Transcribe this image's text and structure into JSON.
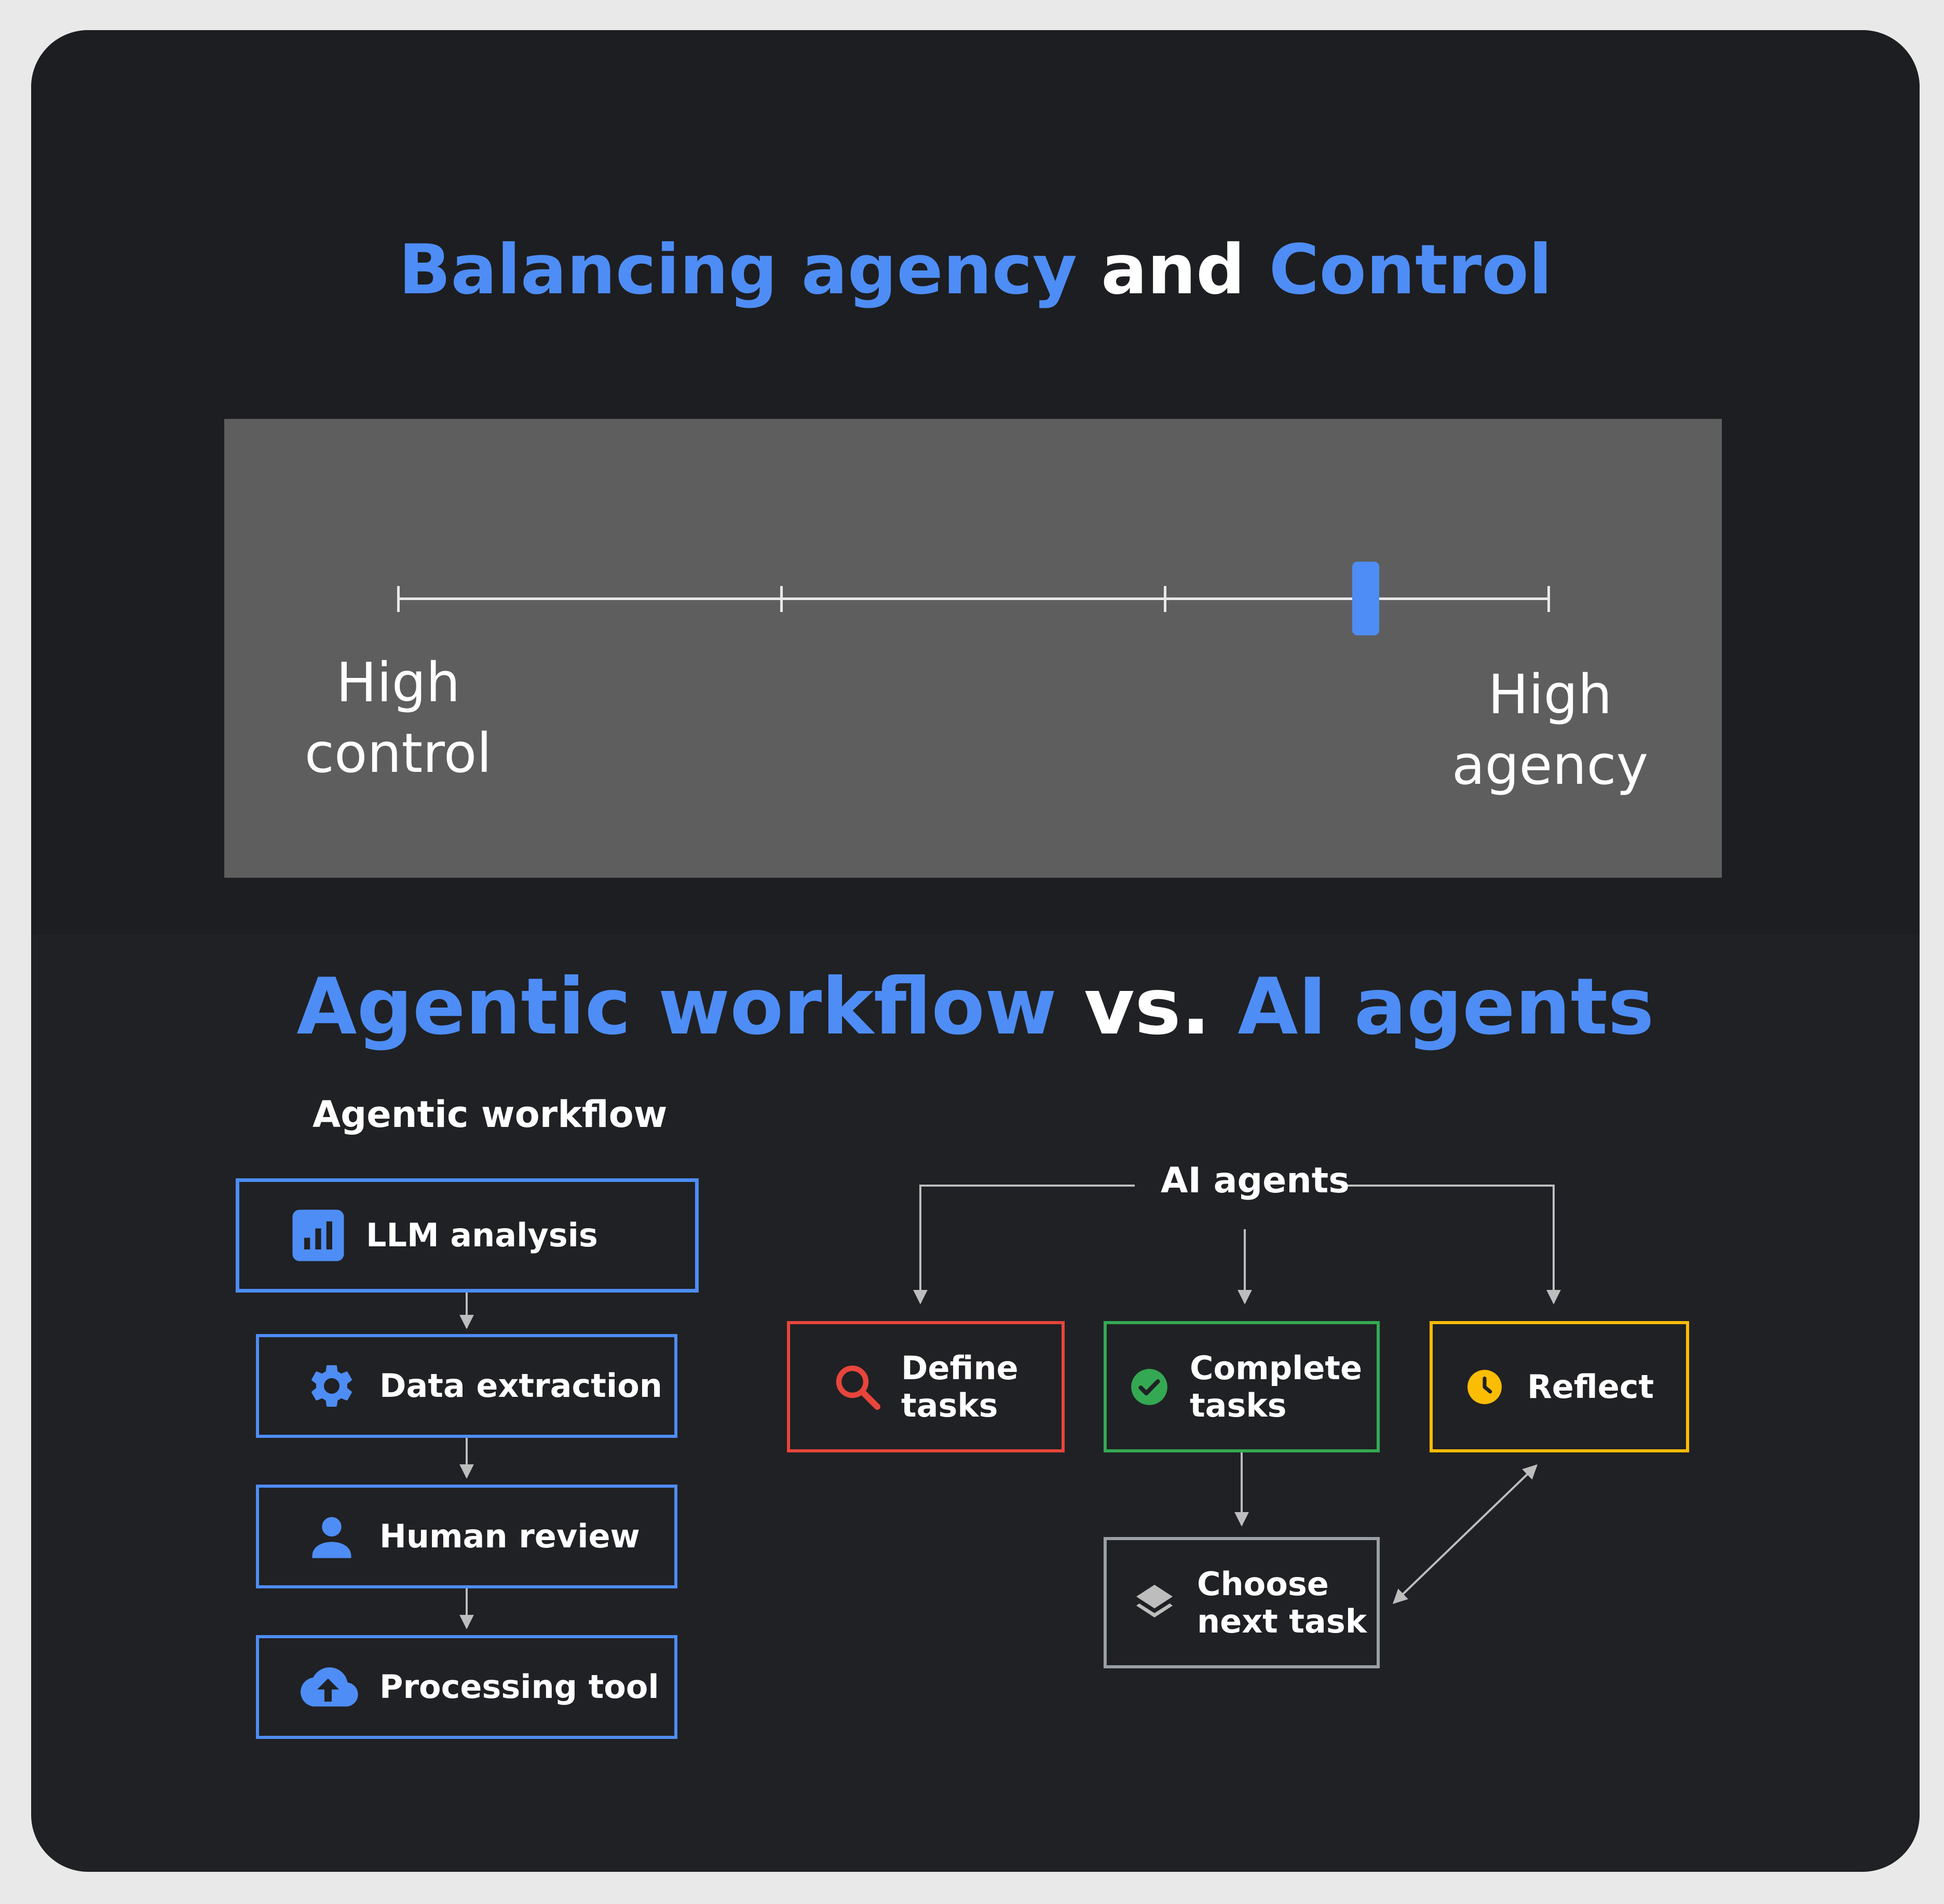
{
  "top": {
    "title": {
      "part1": "Balancing agency",
      "part2": "and",
      "part3": "Control"
    },
    "slider": {
      "left_label": "High\ncontrol",
      "right_label": "High\nagency",
      "value": 0.84,
      "ticks": 4
    }
  },
  "bottom": {
    "title": {
      "part1": "Agentic workflow",
      "part2": "vs.",
      "part3": "AI agents"
    },
    "workflow": {
      "label": "Agentic workflow",
      "steps": [
        {
          "label": "LLM analysis",
          "icon": "bar-chart-icon"
        },
        {
          "label": "Data extraction",
          "icon": "gear-icon"
        },
        {
          "label": "Human review",
          "icon": "person-icon"
        },
        {
          "label": "Processing tool",
          "icon": "cloud-upload-icon"
        }
      ]
    },
    "agents": {
      "label": "AI agents",
      "nodes": [
        {
          "label": "Define\ntasks",
          "icon": "search-icon",
          "color": "#e8453c"
        },
        {
          "label": "Complete\ntasks",
          "icon": "check-circle-icon",
          "color": "#34a853"
        },
        {
          "label": "Reflect",
          "icon": "clock-icon",
          "color": "#fbbc04"
        },
        {
          "label": "Choose\nnext task",
          "icon": "layers-icon",
          "color": "#9aa0a6"
        }
      ]
    }
  },
  "colors": {
    "accent": "#4e8df5",
    "background": "#202124",
    "card": "#5e5e5e"
  }
}
